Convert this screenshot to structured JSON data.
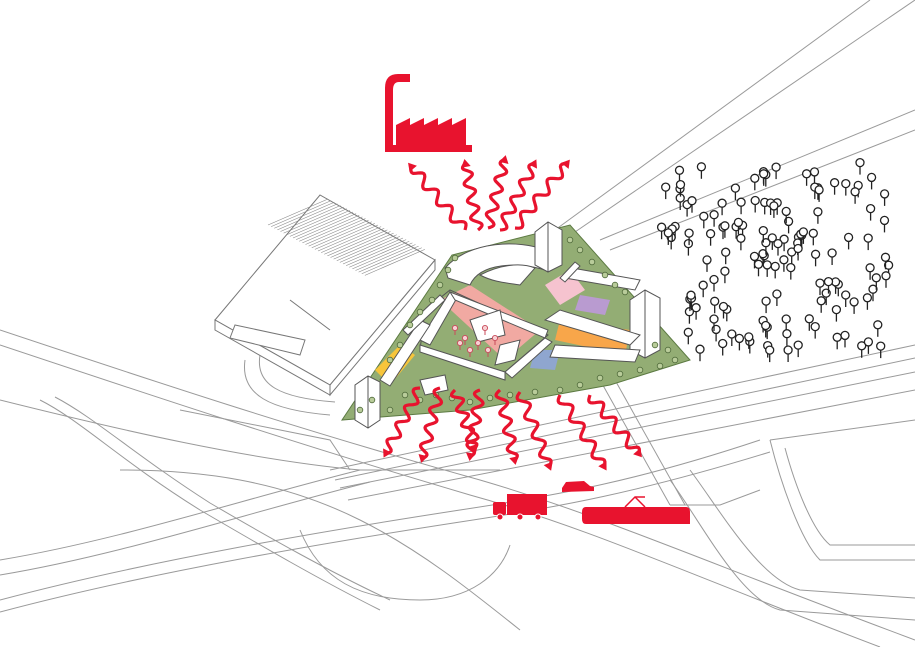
{
  "diagram": {
    "kind": "axonometric-site-diagram",
    "colors": {
      "accent_red": "#e8132e",
      "site_green": "#93ad74",
      "line_gray": "#8a8a8a",
      "building_fill": "#ffffff",
      "courtyard_pink": "#f1a9a2",
      "courtyard_orange": "#f8a64a",
      "courtyard_yellow": "#f7c53b",
      "courtyard_purple": "#b99bd0",
      "courtyard_blue": "#8fa6cf",
      "courtyard_light_pink": "#f6c3cf",
      "tree_stroke": "#222222"
    },
    "icons": [
      "factory-icon",
      "truck-icon",
      "car-icon",
      "tram-icon",
      "tree-icon",
      "wavy-arrow-icon"
    ],
    "arrows": {
      "top_count": 5,
      "bottom_count": 8
    }
  }
}
